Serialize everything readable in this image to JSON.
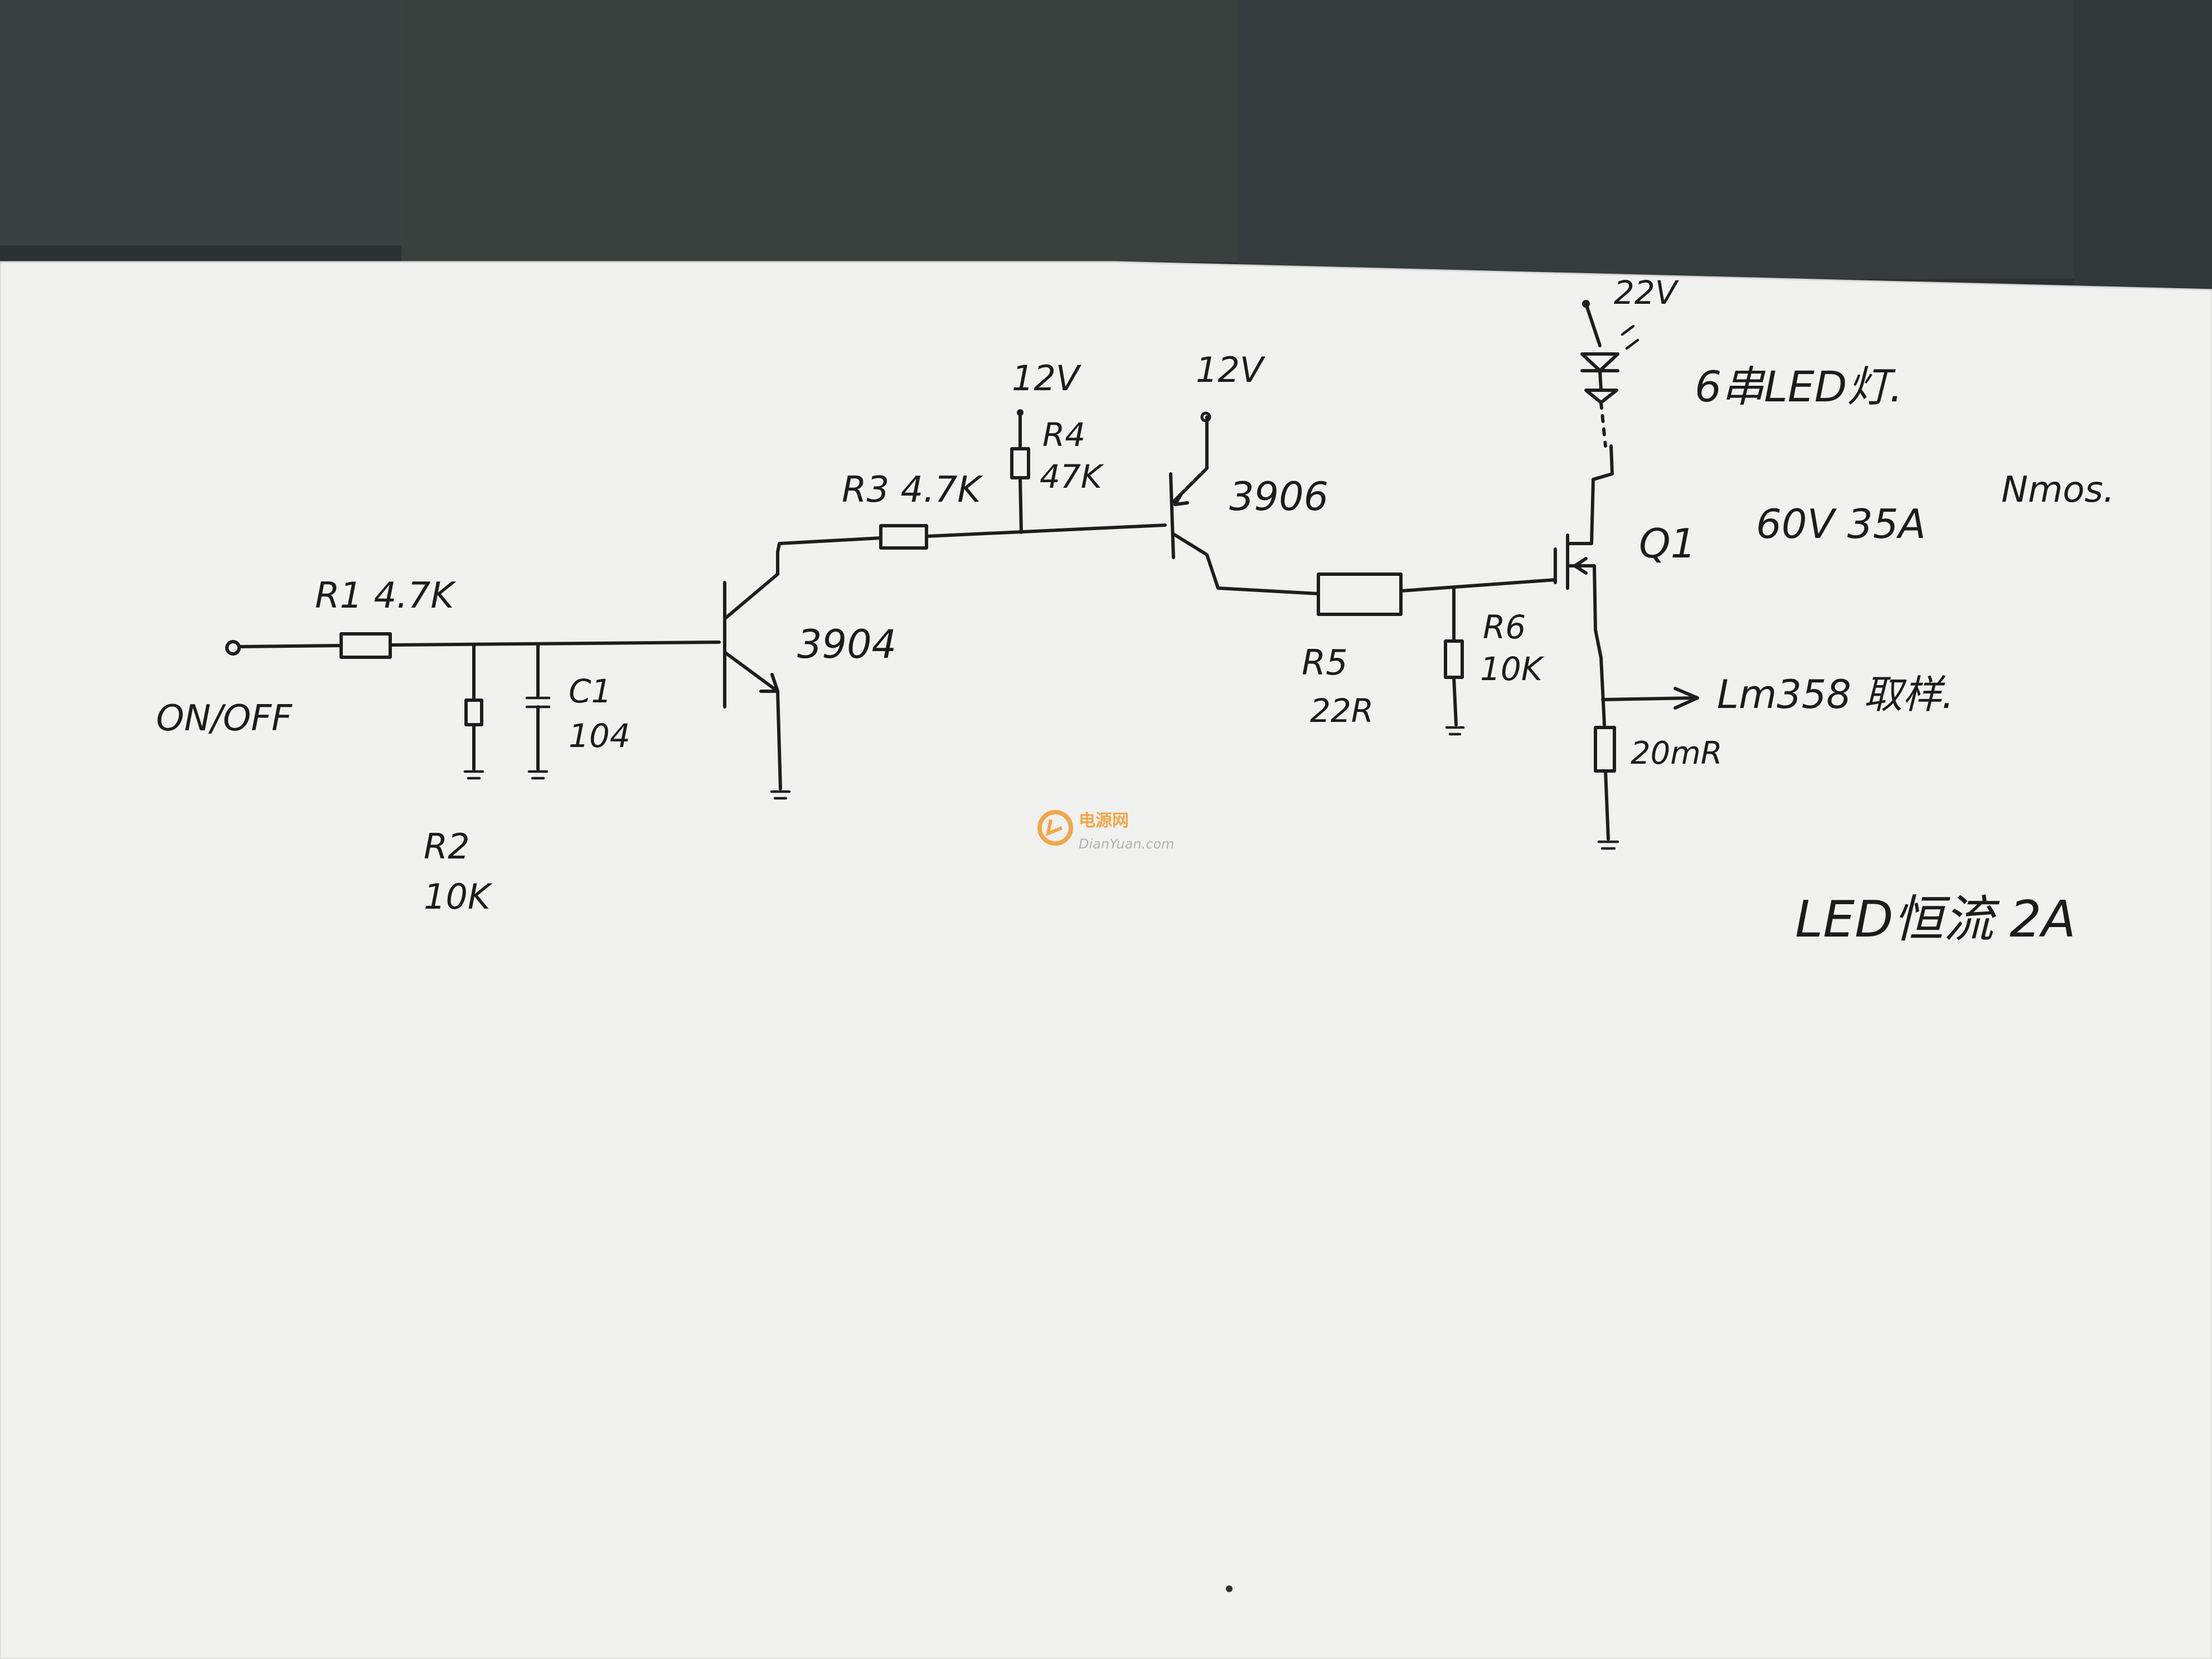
{
  "inputs": {
    "on_off": "ON/OFF",
    "supply_12v_left": "12V",
    "supply_12v_right": "12V",
    "supply_22v": "22V"
  },
  "components": {
    "r1": "R1 4.7K",
    "r2": "R2",
    "r2_value": "10K",
    "c1": "C1",
    "c1_value": "104",
    "q_npn": "3904",
    "r3": "R3 4.7K",
    "r4": "R4",
    "r4_value": "47K",
    "q_pnp": "3906",
    "r5": "R5",
    "r5_value": "22R",
    "r6": "R6",
    "r6_value": "10K",
    "q1": "Q1",
    "q1_spec": "60V 35A",
    "q1_type": "Nmos.",
    "r_sense": "20mR"
  },
  "notes": {
    "led_string": "6串LED灯.",
    "sense_output": "Lm358 取样.",
    "constant_current": "LED恒流 2A"
  },
  "watermark": {
    "cn": "电源网",
    "en": "DianYuan.com",
    "accent": "#f39a2b"
  },
  "colors": {
    "paper": "#f2f2f0",
    "background": "#2f3436",
    "ink": "#1e1e1e"
  }
}
